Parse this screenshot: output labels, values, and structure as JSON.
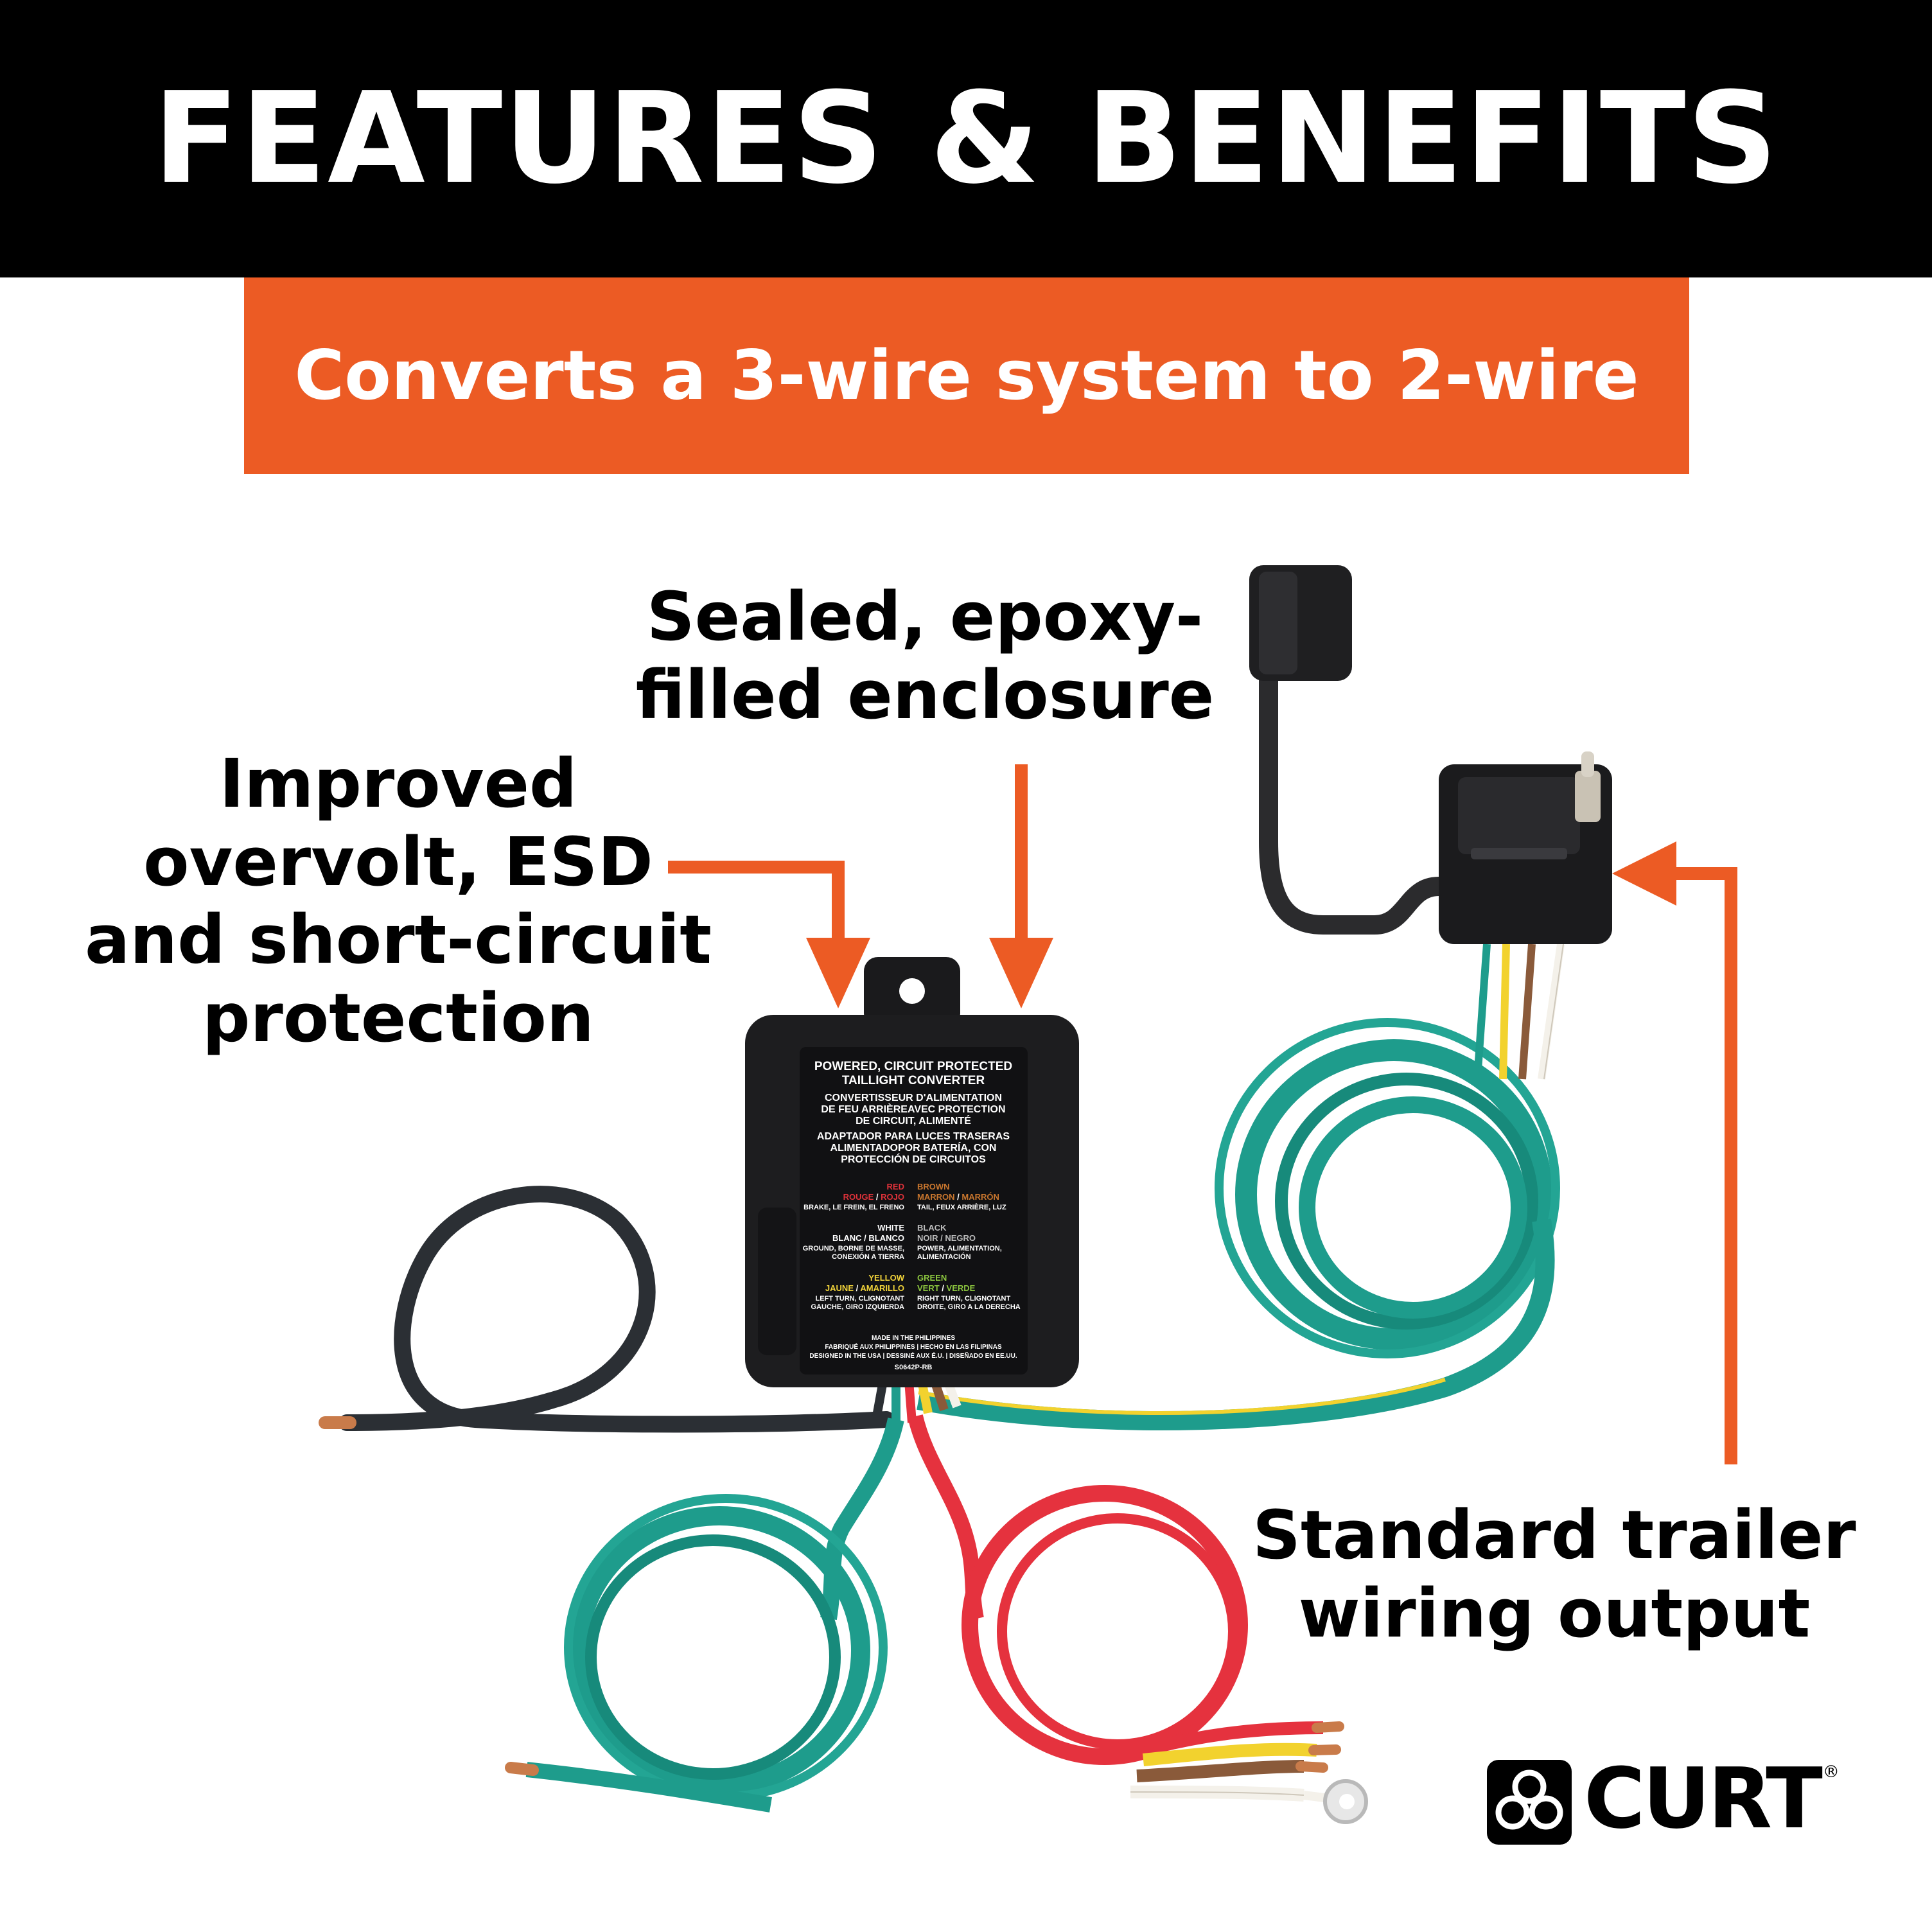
{
  "header": {
    "title": "FEATURES & BENEFITS"
  },
  "subtitle": {
    "text": "Converts a 3-wire system to 2-wire"
  },
  "callouts": {
    "sealed": {
      "line1": "Sealed, epoxy-",
      "line2": "filled enclosure"
    },
    "improved": {
      "line1": "Improved",
      "line2": "overvolt, ESD",
      "line3": "and short-circuit",
      "line4": "protection"
    },
    "standard": {
      "line1": "Standard trailer",
      "line2": "wiring output"
    }
  },
  "product_label": {
    "title1": "POWERED, CIRCUIT PROTECTED",
    "title2": "TAILLIGHT CONVERTER",
    "fr1": "CONVERTISSEUR D'ALIMENTATION",
    "fr2": "DE FEU ARRIÈREAVEC PROTECTION",
    "fr3": "DE CIRCUIT, ALIMENTÉ",
    "es1": "ADAPTADOR PARA LUCES TRASERAS",
    "es2": "ALIMENTADOPOR BATERÍA, CON",
    "es3": "PROTECCIÓN DE CIRCUITOS",
    "red_name": "RED",
    "red_fr": "ROUGE",
    "red_es": "ROJO",
    "red_desc": "BRAKE, LE FREIN, EL FRENO",
    "brown_name": "BROWN",
    "brown_fr": "MARRON",
    "brown_es": "MARRÓN",
    "brown_desc": "TAIL, FEUX ARRIÈRE, LUZ",
    "white_name": "WHITE",
    "white_fr": "BLANC",
    "white_es": "BLANCO",
    "white_desc1": "GROUND, BORNE DE MASSE,",
    "white_desc2": "CONEXIÓN A TIERRA",
    "black_name": "BLACK",
    "black_fr": "NOIR",
    "black_es": "NEGRO",
    "black_desc1": "POWER, ALIMENTATION,",
    "black_desc2": "ALIMENTACIÓN",
    "yellow_name": "YELLOW",
    "yellow_fr": "JAUNE",
    "yellow_es": "AMARILLO",
    "yellow_desc1": "LEFT TURN, CLIGNOTANT",
    "yellow_desc2": "GAUCHE, GIRO IZQUIERDA",
    "green_name": "GREEN",
    "green_fr": "VERT",
    "green_es": "VERDE",
    "green_desc1": "RIGHT TURN, CLIGNOTANT",
    "green_desc2": "DROITE, GIRO A LA DERECHA",
    "made1": "MADE IN THE PHILIPPINES",
    "made2": "FABRIQUÉ AUX PHILIPPINES | HECHO EN LAS FILIPINAS",
    "made3": "DESIGNED IN THE USA | DESSINÉ AUX É.U. | DISEÑADO EN EE.UU.",
    "part": "S0642P-RB",
    "separator": "/"
  },
  "brand": {
    "name": "CURT",
    "reg": "®"
  },
  "colors": {
    "orange": "#EC5B24",
    "black": "#000000",
    "wire_green": "#1E9C8C",
    "wire_red": "#E5323E",
    "wire_yellow": "#F2D22E",
    "wire_brown": "#8A5A3A",
    "wire_white": "#F4F1EA",
    "wire_black": "#2B2F34",
    "copper": "#C97B4A",
    "box_black": "#1D1D1F",
    "label_red": "#E0323A",
    "label_brown": "#C8762E",
    "label_yellow": "#F1D33A",
    "label_green": "#8CC63F"
  },
  "icons": {
    "arrow": "arrow-down-icon",
    "arrow_up": "arrow-up-icon",
    "brand_logo": "curt-logo-icon"
  }
}
